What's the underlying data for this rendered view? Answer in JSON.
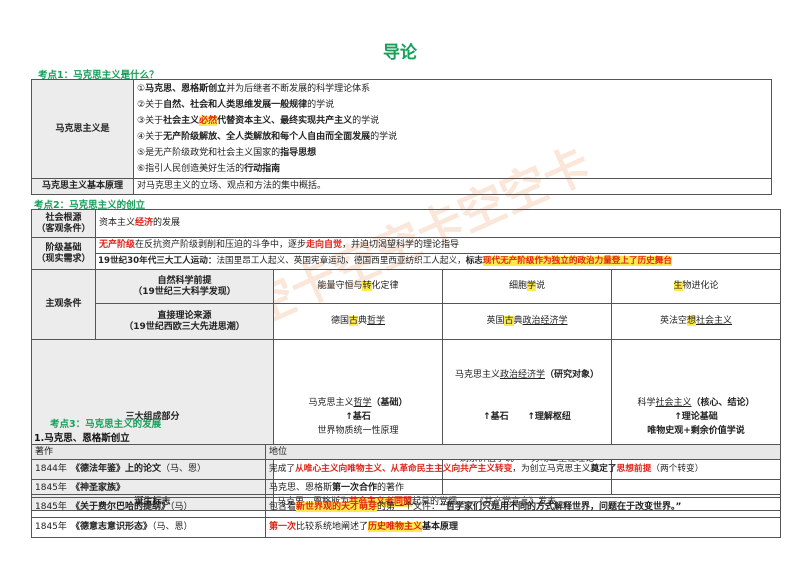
{
  "title": "导论",
  "kd1": {
    "heading": "考点1：马克思主义是什么？",
    "label1": "马克思主义是",
    "items": [
      {
        "num": "①",
        "a": "马克思、恩格斯创立",
        "b": "并为后继者不断发展的科学理论体系"
      },
      {
        "num": "②",
        "a": "关于",
        "b": "自然、社会和人类思维发展一般规律",
        "c": "的学说"
      },
      {
        "num": "③",
        "a": "关于",
        "b": "社会主义",
        "c": "必然",
        "d": "代替资本主义、最终实现共产主义",
        "e": "的学说"
      },
      {
        "num": "④",
        "a": "关于",
        "b": "无产阶级解放、全人类解放和每个人自由而全面发展",
        "c": "的学说"
      },
      {
        "num": "⑤",
        "a": "是无产阶级政党和社会主义国家的",
        "b": "指导思想"
      },
      {
        "num": "⑥",
        "a": "指引人民创造美好生活的",
        "b": "行动指南"
      }
    ],
    "label2": "马克思主义基本原理",
    "value2": "对马克思主义的立场、观点和方法的集中概括。"
  },
  "kd2": {
    "heading": "考点2：马克思主义的创立",
    "social_label1": "社会根源",
    "social_label2": "（客观条件）",
    "social_a": "资本主义",
    "social_b": "经济",
    "social_c": "的发展",
    "class_label1": "阶级基础",
    "class_label2": "（现实需求）",
    "class_row1_a": "无产阶级",
    "class_row1_b": "在反抗资产阶级剥削和压迫的斗争中，逐步",
    "class_row1_c": "走向自觉",
    "class_row1_d": "，并迫切渴望科学的理论指导",
    "class_row2_a": "19世纪30年代三大工人运动：",
    "class_row2_b": "法国里昂工人起义、英国宪章运动、德国西里西亚纺织工人起义，",
    "class_row2_c": "标志",
    "class_row2_d": "现代无产阶级作为独立的政治力量登上了历史舞台",
    "subj_label": "主观条件",
    "nat_label1": "自然科学前提",
    "nat_label2": "（19世纪三大科学发现）",
    "nat_items": [
      {
        "a": "能量守恒与",
        "b": "转",
        "c": "化定律"
      },
      {
        "a": "细胞",
        "b": "学",
        "c": "说"
      },
      {
        "a": "",
        "b": "生",
        "c": "物进化论"
      }
    ],
    "theory_label1": "直接理论来源",
    "theory_label2": "（19世纪西欧三大先进思潮）",
    "theory_items": [
      {
        "a": "德国",
        "b": "古",
        "c": "典",
        "d": "哲学"
      },
      {
        "a": "英国",
        "b": "古",
        "c": "典",
        "d": "政治经济学"
      },
      {
        "a": "英法空",
        "b": "想",
        "c": "",
        "d": "社会主义"
      }
    ],
    "parts_label": "三大组成部分",
    "parts": [
      {
        "pre": "马克思主义",
        "name": "哲学",
        "role": "（基础）",
        "mid": "↑基石",
        "bottom": "世界物质统一性原理"
      },
      {
        "pre": "马克思主义",
        "name": "政治经济学",
        "role": "（研究对象）",
        "mid": "↑基石      ↑理解枢纽",
        "bottom": "剩余价值学说      劳动二重性理论"
      },
      {
        "pre": "科学",
        "name": "社会主义",
        "role": "（核心、结论）",
        "mid": "↑理论基础",
        "bottom": "唯物史观+剩余价值学说"
      }
    ],
    "birth_label": "诞生标志",
    "birth_a": "马克思、恩格斯为",
    "birth_b": "共产主义者同盟",
    "birth_c": "起草的党纲——《共产党宣言》发表"
  },
  "kd3": {
    "heading": "考点3：马克思主义的发展",
    "sub1": "1.马克思、恩格斯创立",
    "col_work": "著作",
    "col_status": "地位",
    "rows": [
      {
        "year": "1844年",
        "work": "《德法年鉴》上的论文",
        "authors": "（马、恩）",
        "s1": "完成了",
        "s2": "从唯心主义向唯物主义、从革命民主主义向共产主义转变",
        "s3": "，为创立马克思主义",
        "s4": "奠定了",
        "s5": "思想前提",
        "s6": "（两个转变）"
      },
      {
        "year": "1845年",
        "work": "《神圣家族》",
        "authors": "",
        "s1": "马克思、恩格斯",
        "s2": "第一次合作",
        "s3": "的著作",
        "s4": "",
        "s5": "",
        "s6": ""
      },
      {
        "year": "1845年",
        "work": "《关于费尔巴哈的提纲》",
        "authors": "（马）",
        "s1": "包含着",
        "s2": "新世界观的天才萌芽",
        "s3": "的第一个文件：",
        "s4": "“哲学家们只是用不同的方式解释世界，问题在于改变世界。”",
        "s5": "",
        "s6": ""
      },
      {
        "year": "1845年",
        "work": "《德意志意识形态》",
        "authors": "（马、恩）",
        "s1": "第一次",
        "s2": "比较系统地阐述了",
        "s3": "历史唯物主义",
        "s4": "基本原理",
        "s5": "",
        "s6": ""
      }
    ]
  }
}
